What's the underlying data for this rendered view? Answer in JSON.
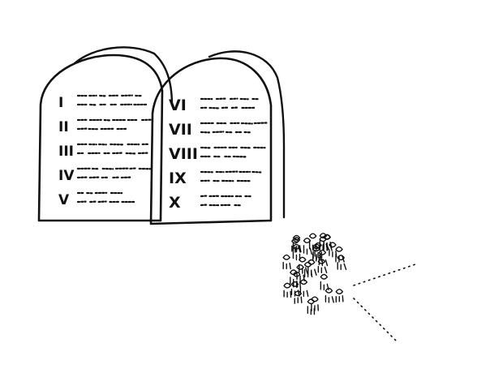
{
  "drawing": {
    "background_color": "#ffffff",
    "ink_color": "#111111",
    "left_tablet": {
      "numerals": [
        "I",
        "II",
        "III",
        "IV",
        "V"
      ]
    },
    "right_tablet": {
      "numerals": [
        "VI",
        "VII",
        "VIII",
        "IX",
        "X"
      ]
    },
    "crowd": {
      "icon": "crowd-of-people-icon"
    },
    "sight_line": {
      "style": "dotted"
    }
  }
}
